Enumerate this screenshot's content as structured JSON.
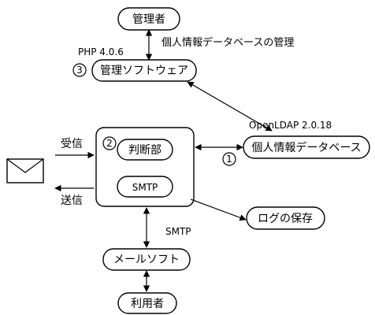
{
  "nodes": {
    "admin": "管理者",
    "admin_task": "個人情報データベースの管理",
    "php_version": "PHP 4.0.6",
    "mgmt_number": "3",
    "mgmt_software": "管理ソフトウェア",
    "openldap_version": "OpenLDAP 2.0.18",
    "db_number": "1",
    "personal_db": "個人情報データベース",
    "server_number": "2",
    "judge_unit": "判断部",
    "smtp_unit": "SMTP",
    "log_save": "ログの保存",
    "smtp_label": "SMTP",
    "mail_software": "メールソフト",
    "user": "利用者"
  },
  "labels": {
    "receive": "受信",
    "send": "送信"
  },
  "icons": {
    "mail": "envelope-icon"
  }
}
